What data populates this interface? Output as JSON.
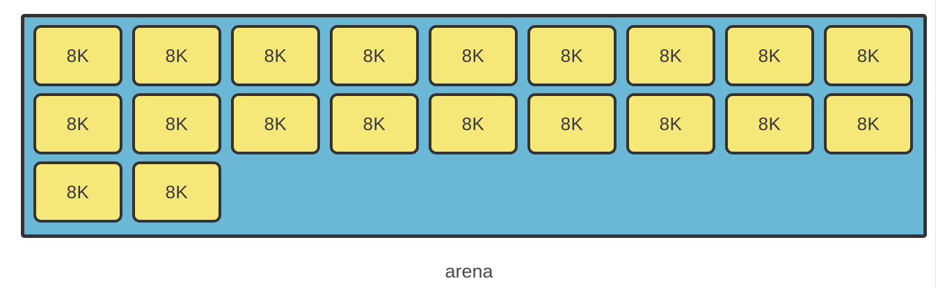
{
  "figure": {
    "type": "memory-arena-diagram",
    "caption": "arena",
    "arena": {
      "fill_color": "#6BB8D6",
      "border_color": "#333333",
      "rows": 3,
      "columns_per_row": [
        9,
        9,
        2
      ],
      "total_blocks": 20
    },
    "block_style": {
      "fill_color": "#F5E878",
      "border_color": "#333333",
      "text_color": "#3a3a3a"
    },
    "blocks": [
      {
        "label": "8K",
        "row": 1,
        "column": 1
      },
      {
        "label": "8K",
        "row": 1,
        "column": 2
      },
      {
        "label": "8K",
        "row": 1,
        "column": 3
      },
      {
        "label": "8K",
        "row": 1,
        "column": 4
      },
      {
        "label": "8K",
        "row": 1,
        "column": 5
      },
      {
        "label": "8K",
        "row": 1,
        "column": 6
      },
      {
        "label": "8K",
        "row": 1,
        "column": 7
      },
      {
        "label": "8K",
        "row": 1,
        "column": 8
      },
      {
        "label": "8K",
        "row": 1,
        "column": 9
      },
      {
        "label": "8K",
        "row": 2,
        "column": 1
      },
      {
        "label": "8K",
        "row": 2,
        "column": 2
      },
      {
        "label": "8K",
        "row": 2,
        "column": 3
      },
      {
        "label": "8K",
        "row": 2,
        "column": 4
      },
      {
        "label": "8K",
        "row": 2,
        "column": 5
      },
      {
        "label": "8K",
        "row": 2,
        "column": 6
      },
      {
        "label": "8K",
        "row": 2,
        "column": 7
      },
      {
        "label": "8K",
        "row": 2,
        "column": 8
      },
      {
        "label": "8K",
        "row": 2,
        "column": 9
      },
      {
        "label": "8K",
        "row": 3,
        "column": 1
      },
      {
        "label": "8K",
        "row": 3,
        "column": 2
      }
    ]
  }
}
